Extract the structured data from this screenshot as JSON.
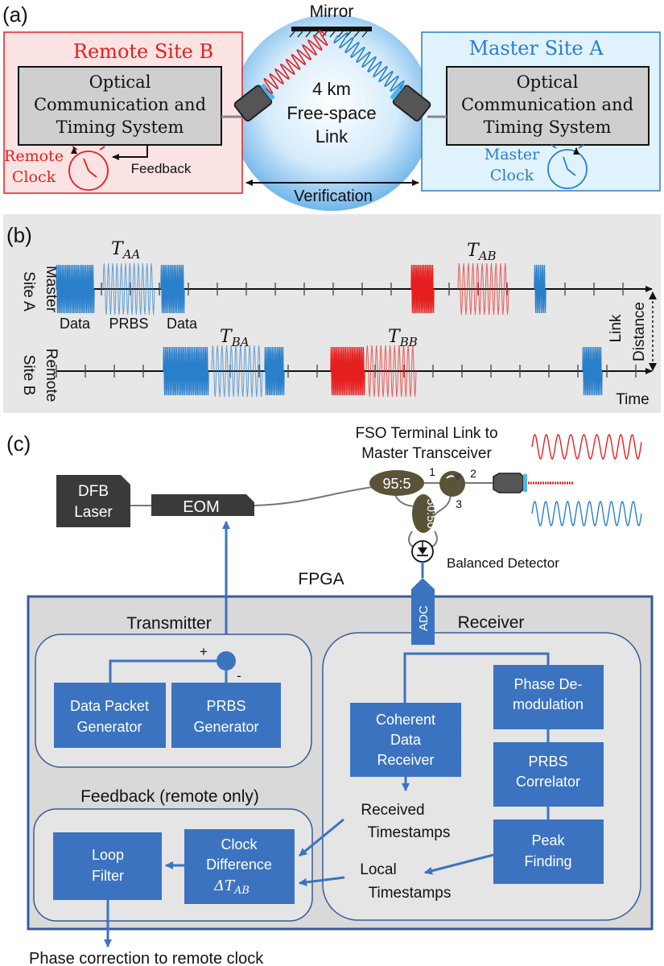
{
  "colors": {
    "red": "#e51f1f",
    "blue": "#2a7fcb",
    "box_blue": "#3b73c1",
    "panel_gray": "#d9d9d9",
    "dark": "#3a3a3a"
  },
  "panel_a": {
    "label": "(a)",
    "mirror": "Mirror",
    "remote_title": "Remote Site B",
    "master_title": "Master Site A",
    "system_line1": "Optical",
    "system_line2": "Communication and",
    "system_line3": "Timing System",
    "remote_clock_1": "Remote",
    "remote_clock_2": "Clock",
    "master_clock_1": "Master",
    "master_clock_2": "Clock",
    "feedback": "Feedback",
    "link_1": "4 km",
    "link_2": "Free-space",
    "link_3": "Link",
    "verification": "Verification"
  },
  "panel_b": {
    "label": "(b)",
    "master_1": "Master",
    "master_2": "Site A",
    "remote_1": "Remote",
    "remote_2": "Site B",
    "data_left": "Data",
    "prbs": "PRBS",
    "data_right": "Data",
    "t_aa": "T",
    "t_aa_sub": "AA",
    "t_ab": "T",
    "t_ab_sub": "AB",
    "t_ba": "T",
    "t_ba_sub": "BA",
    "t_bb": "T",
    "t_bb_sub": "BB",
    "link": "Link",
    "distance": "Distance",
    "time": "Time"
  },
  "panel_c": {
    "label": "(c)",
    "fso_1": "FSO Terminal Link to",
    "fso_2": "Master Transceiver",
    "dfb_1": "DFB",
    "dfb_2": "Laser",
    "eom": "EOM",
    "coupler": "95:5",
    "splitter": "50:50",
    "port1": "1",
    "port2": "2",
    "port3": "3",
    "balanced": "Balanced Detector",
    "fpga": "FPGA",
    "adc": "ADC",
    "transmitter": "Transmitter",
    "receiver": "Receiver",
    "plus": "+",
    "minus": "-",
    "dpg_1": "Data Packet",
    "dpg_2": "Generator",
    "prbsg_1": "PRBS",
    "prbsg_2": "Generator",
    "cdr_1": "Coherent",
    "cdr_2": "Data",
    "cdr_3": "Receiver",
    "pd_1": "Phase De-",
    "pd_2": "modulation",
    "pc_1": "PRBS",
    "pc_2": "Correlator",
    "pf_1": "Peak",
    "pf_2": "Finding",
    "feedback_title": "Feedback (remote only)",
    "lf_1": "Loop",
    "lf_2": "Filter",
    "cd_1": "Clock",
    "cd_2": "Difference",
    "cd_3": "ΔT",
    "cd_3_sub": "AB",
    "received_1": "Received",
    "received_2": "Timestamps",
    "local_1": "Local",
    "local_2": "Timestamps",
    "phase_correction": "Phase correction to remote clock"
  }
}
